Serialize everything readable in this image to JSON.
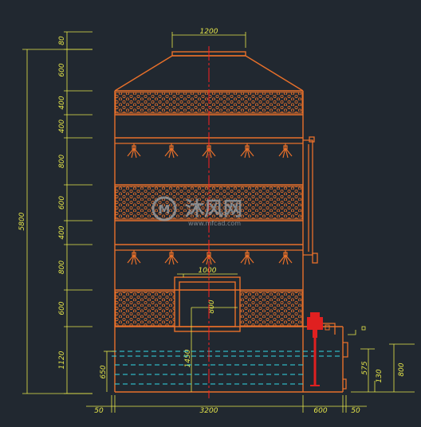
{
  "drawing": {
    "colors": {
      "background": "#212830",
      "structure": "#e8702a",
      "dimension": "#e6e64a",
      "centerline": "#ff2020",
      "water": "#33d7e6",
      "pump": "#e02020",
      "watermark": "#9aa3aa"
    },
    "dimensions": {
      "top_outlet_width": "1200",
      "tower_width": "3200",
      "left_offset": "50",
      "pump_bay_width": "600",
      "right_offset": "50",
      "access_window_width": "1000",
      "access_window_height": "800",
      "window_sill_height": "1450",
      "total_height": "5800",
      "water_level": "650",
      "pump_outlet_height": "800",
      "pipe_height": "575",
      "pipe_offset": "130"
    },
    "left_segments": [
      "80",
      "600",
      "400",
      "400",
      "800",
      "600",
      "400",
      "800",
      "600",
      "1120"
    ],
    "watermark": {
      "title": "沐风网",
      "subtitle": "www.mfcad.com"
    }
  }
}
